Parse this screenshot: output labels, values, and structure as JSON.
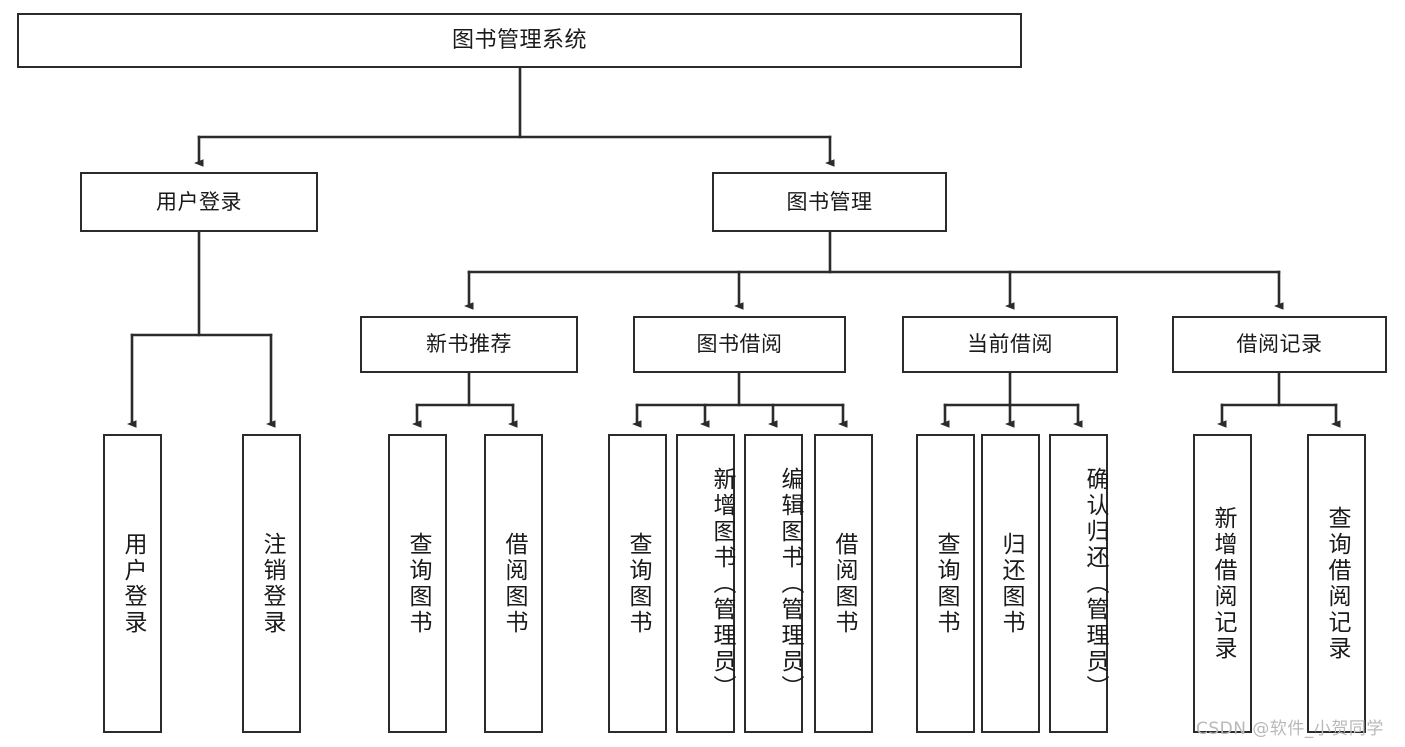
{
  "diagram": {
    "title": "图书管理系统",
    "type": "hierarchy-tree",
    "watermark": "CSDN @软件_小贺同学",
    "colors": {
      "stroke": "#2b2b2b",
      "fill": "#ffffff",
      "text": "#1a1a1a",
      "watermark": "#b9b9b9"
    },
    "levels": {
      "root": {
        "label": "图书管理系统"
      },
      "level1": [
        {
          "label": "用户登录"
        },
        {
          "label": "图书管理"
        }
      ],
      "level2": [
        {
          "label": "新书推荐"
        },
        {
          "label": "图书借阅"
        },
        {
          "label": "当前借阅"
        },
        {
          "label": "借阅记录"
        }
      ],
      "leaves": {
        "user_login": [
          {
            "label": "用户登录"
          },
          {
            "label": "注销登录"
          }
        ],
        "new_book": [
          {
            "label": "查询图书"
          },
          {
            "label": "借阅图书"
          }
        ],
        "borrow": [
          {
            "label": "查询图书"
          },
          {
            "label": "新增图书（管理员）"
          },
          {
            "label": "编辑图书（管理员）"
          },
          {
            "label": "借阅图书"
          }
        ],
        "current": [
          {
            "label": "查询图书"
          },
          {
            "label": "归还图书"
          },
          {
            "label": "确认归还（管理员）"
          }
        ],
        "records": [
          {
            "label": "新增借阅记录"
          },
          {
            "label": "查询借阅记录"
          }
        ]
      }
    }
  }
}
